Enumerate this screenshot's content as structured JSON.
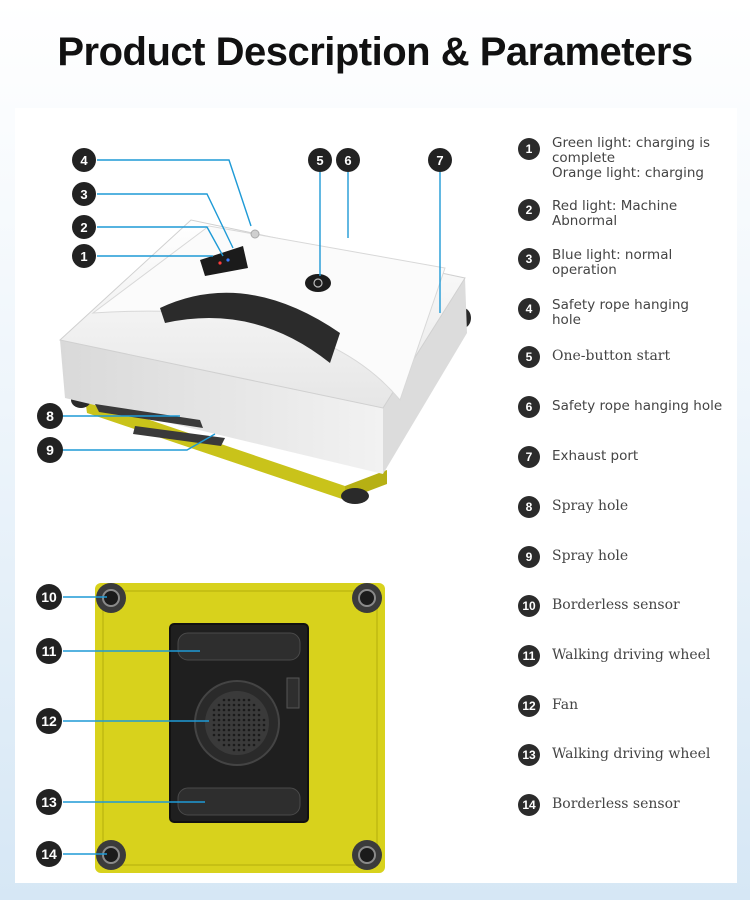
{
  "page": {
    "title": "Product Description & Parameters"
  },
  "markers": {
    "top": [
      "4",
      "3",
      "2",
      "1",
      "5",
      "6",
      "7",
      "8",
      "9"
    ],
    "bottom": [
      "10",
      "11",
      "12",
      "13",
      "14"
    ]
  },
  "legend": [
    {
      "num": "1",
      "text": "Green light: charging is\n               complete\nOrange light: charging",
      "style": "sans"
    },
    {
      "num": "2",
      "text": "Red light: Machine\n                 Abnormal",
      "style": "sans"
    },
    {
      "num": "3",
      "text": "Blue light: normal\n                  operation",
      "style": "sans"
    },
    {
      "num": "4",
      "text": "Safety rope hanging\nhole",
      "style": "sans"
    },
    {
      "num": "5",
      "text": "One-button start",
      "style": "serif"
    },
    {
      "num": "6",
      "text": "Safety rope hanging hole",
      "style": "sans"
    },
    {
      "num": "7",
      "text": "Exhaust port",
      "style": "sans"
    },
    {
      "num": "8",
      "text": "Spray hole",
      "style": "serif"
    },
    {
      "num": "9",
      "text": "Spray hole",
      "style": "serif"
    },
    {
      "num": "10",
      "text": "Borderless sensor",
      "style": "serif"
    },
    {
      "num": "11",
      "text": "Walking driving wheel",
      "style": "serif"
    },
    {
      "num": "12",
      "text": "Fan",
      "style": "serif"
    },
    {
      "num": "13",
      "text": "Walking driving wheel",
      "style": "serif"
    },
    {
      "num": "14",
      "text": "Borderless sensor",
      "style": "serif"
    }
  ],
  "colors": {
    "pad_yellow": "#d8d21c",
    "body_white": "#f4f4f4",
    "callout_line": "#1e9ad6",
    "marker_dark": "#222222"
  }
}
